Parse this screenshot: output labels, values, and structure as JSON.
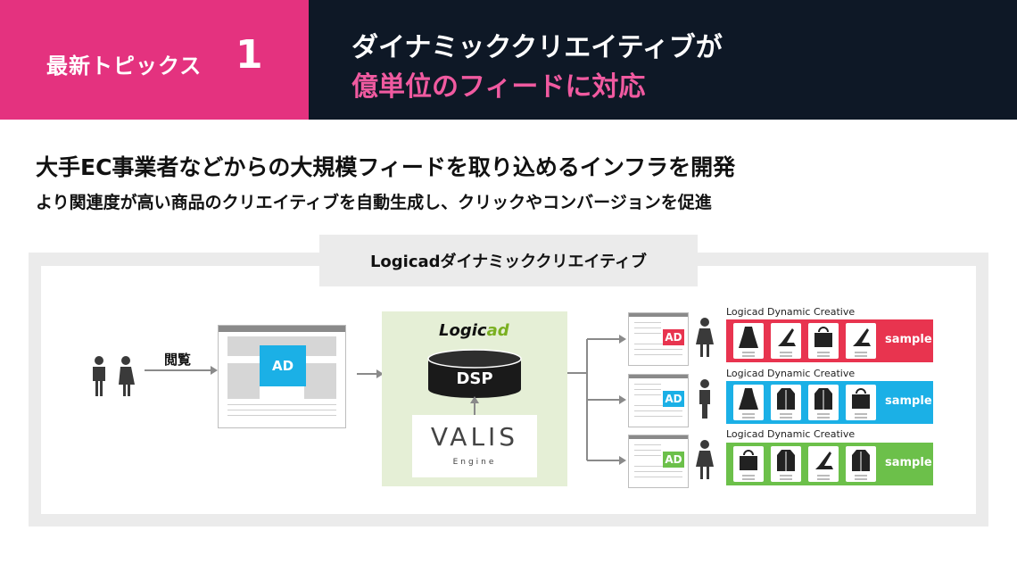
{
  "header": {
    "topic_label": "最新トピックス",
    "topic_number": "1",
    "title_line1": "ダイナミッククリエイティブが",
    "title_line2": "億単位のフィードに対応",
    "colors": {
      "pink": "#e4327f",
      "navy": "#0e1826",
      "title_highlight": "#f05aa0"
    }
  },
  "subtitle": {
    "line1": "大手EC事業者などからの大規模フィードを取り込めるインフラを開発",
    "line2": "より関連度が高い商品のクリエイティブを自動生成し、クリックやコンバージョンを促進"
  },
  "diagram": {
    "frame_title": "Logicadダイナミッククリエイティブ",
    "browse_label": "閲覧",
    "page_ad_label": "AD",
    "logo": {
      "text_main": "Logic",
      "text_accent": "ad"
    },
    "dsp_label": "DSP",
    "engine": {
      "name": "VALIS",
      "sub": "Engine"
    },
    "outputs": [
      {
        "ad_label": "AD",
        "ad_color": "#e8344f",
        "caption": "Logicad Dynamic Creative",
        "strip_color": "#e8344f",
        "items": [
          "dress-icon",
          "heels-icon",
          "handbag-icon",
          "heels-icon"
        ],
        "sample_label": "sample"
      },
      {
        "ad_label": "AD",
        "ad_color": "#1bb0e6",
        "caption": "Logicad Dynamic Creative",
        "strip_color": "#1bb0e6",
        "items": [
          "dress-icon",
          "coat-icon",
          "coat-icon",
          "handbag-icon"
        ],
        "sample_label": "sample"
      },
      {
        "ad_label": "AD",
        "ad_color": "#6cc04a",
        "caption": "Logicad Dynamic Creative",
        "strip_color": "#6cc04a",
        "items": [
          "handbag-icon",
          "coat-icon",
          "heels-icon",
          "coat-icon"
        ],
        "sample_label": "sample"
      }
    ]
  }
}
